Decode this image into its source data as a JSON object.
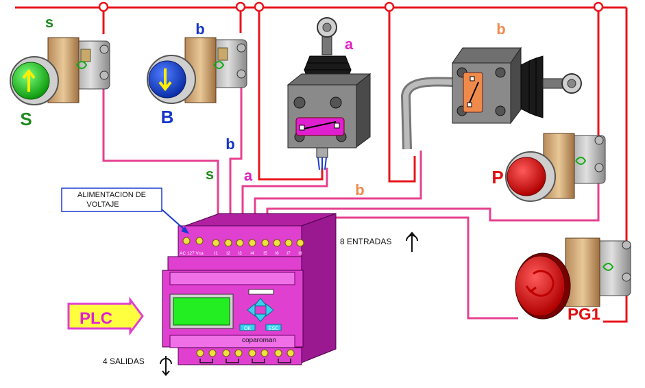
{
  "labels": {
    "top_s": "s",
    "top_b": "b",
    "cap_S": "S",
    "cap_B": "B",
    "limit_a": "a",
    "limit_b": "b",
    "cap_P": "P",
    "cap_PG1": "PG1",
    "wire_b_blue": "b",
    "wire_s_green": "s",
    "wire_a_pink": "a",
    "wire_b_orange": "b"
  },
  "callout": {
    "line1": "ALIMENTACION DE",
    "line2": "VOLTAJE"
  },
  "plc": {
    "banner": "PLC",
    "terminal_power": "AC 127 Vca",
    "inputs": [
      "I1",
      "I2",
      "I3",
      "I4",
      "I5",
      "I6",
      "I7",
      "I8"
    ],
    "ok_label": "OK",
    "esc_label": "ESC",
    "brand": "coparoman",
    "entradas": "8 ENTRADAS",
    "salidas": "4 SALIDAS"
  },
  "colors": {
    "wire_red": "#e8141b",
    "wire_pink": "#e6408f",
    "plc_body": "#e040d0",
    "label_green": "#1f8a1f",
    "label_blue": "#1535c8",
    "label_magenta": "#e020c0",
    "label_orange": "#f08a4b",
    "label_red": "#e01010"
  }
}
